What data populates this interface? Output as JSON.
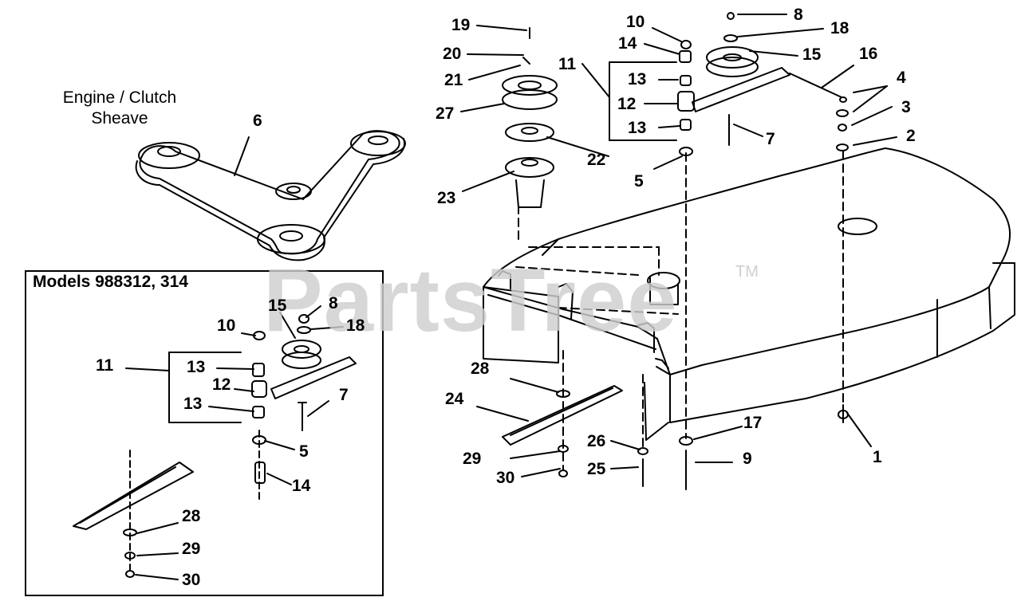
{
  "watermark": {
    "text": "PartsTree",
    "trademark": "TM"
  },
  "belt_caption": {
    "line1": "Engine / Clutch",
    "line2": "Sheave"
  },
  "inset": {
    "title": "Models  988312, 314"
  },
  "callouts": {
    "c1": "1",
    "c2": "2",
    "c3": "3",
    "c4": "4",
    "c5": "5",
    "c6": "6",
    "c7": "7",
    "c8": "8",
    "c9": "9",
    "c10": "10",
    "c11": "11",
    "c12": "12",
    "c13a": "13",
    "c13b": "13",
    "c14": "14",
    "c15": "15",
    "c16": "16",
    "c17": "17",
    "c18": "18",
    "c19": "19",
    "c20": "20",
    "c21": "21",
    "c22": "22",
    "c23": "23",
    "c24": "24",
    "c25": "25",
    "c26": "26",
    "c27": "27",
    "c28": "28",
    "c29": "29",
    "c30": "30"
  },
  "inset_callouts": {
    "i8": "8",
    "i10": "10",
    "i11": "11",
    "i12": "12",
    "i13a": "13",
    "i13b": "13",
    "i15": "15",
    "i18": "18",
    "i7": "7",
    "i5": "5",
    "i14": "14",
    "i28": "28",
    "i29": "29",
    "i30": "30"
  },
  "colors": {
    "line": "#000000",
    "watermark": "#cfcfcf",
    "background": "#ffffff"
  }
}
